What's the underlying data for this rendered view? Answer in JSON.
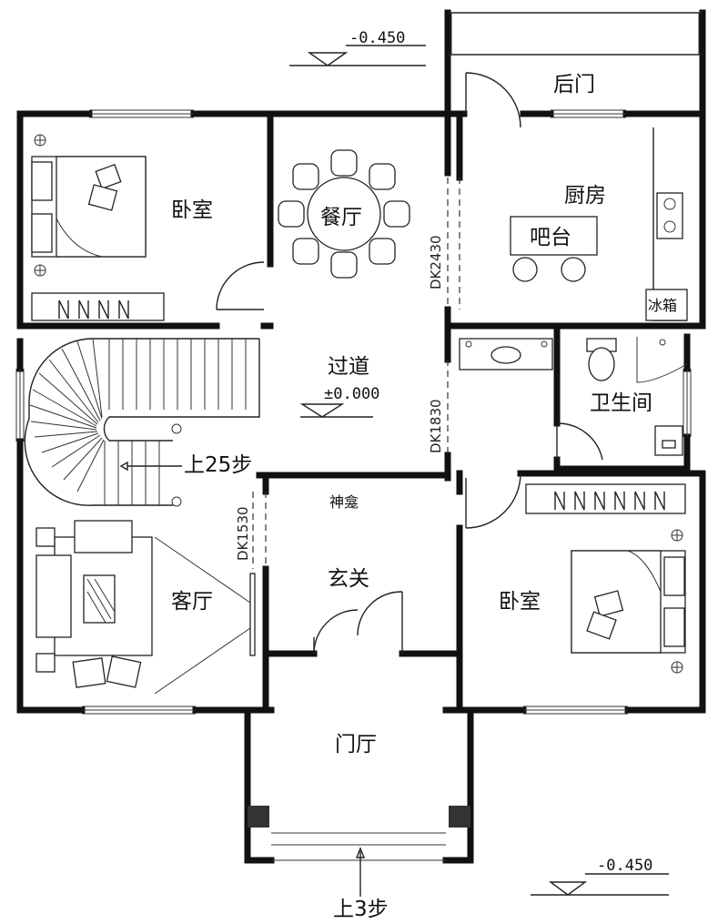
{
  "rooms": {
    "bedroom_left": "卧室",
    "dining": "餐厅",
    "back_door": "后门",
    "kitchen": "厨房",
    "bar": "吧台",
    "fridge": "冰箱",
    "corridor": "过道",
    "bathroom": "卫生间",
    "shrine": "神龛",
    "foyer": "玄关",
    "living": "客厅",
    "bedroom_right": "卧室",
    "entrance_hall": "门厅"
  },
  "stairs": {
    "up_25": "上25步",
    "up_3": "上3步"
  },
  "elevations": {
    "top": "-0.450",
    "corridor": "±0.000",
    "bottom": "-0.450"
  },
  "openings": {
    "dining_kitchen": "DK2430",
    "corridor_bath": "DK1830",
    "living_foyer": "DK1530"
  }
}
